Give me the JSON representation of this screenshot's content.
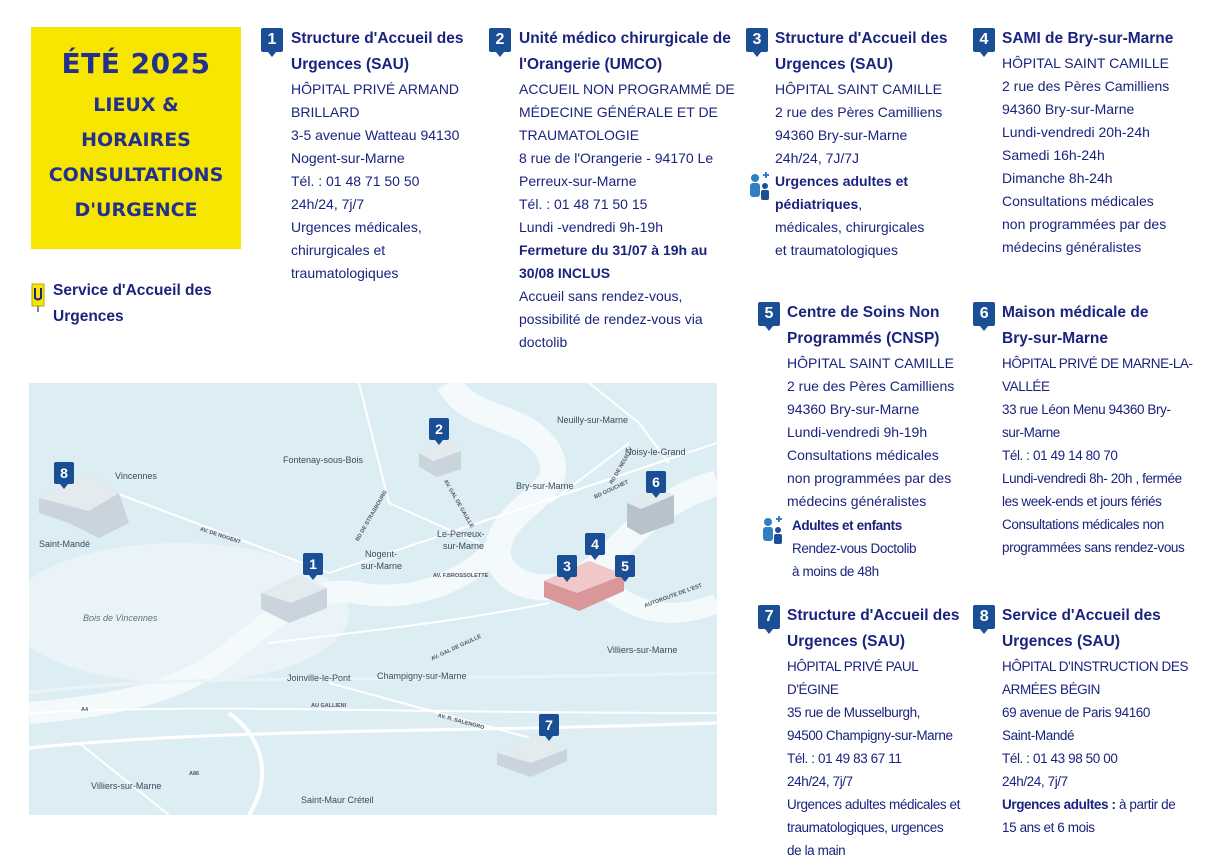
{
  "hero": {
    "year": "ÉTÉ 2025",
    "lines": [
      "LIEUX &",
      "HORAIRES",
      "CONSULTATIONS",
      "D'URGENCE"
    ]
  },
  "legend": {
    "icon": "emergency-sign-icon",
    "label_line1": "Service d'Accueil des",
    "label_line2": "Urgences"
  },
  "entries": [
    {
      "num": "1",
      "title": [
        "Structure d'Accueil des",
        "Urgences (SAU)"
      ],
      "body": [
        "HÔPITAL PRIVÉ ARMAND",
        "BRILLARD",
        "3-5 avenue Watteau 94130",
        "Nogent-sur-Marne",
        "Tél. : 01 48 71 50 50",
        "24h/24, 7j/7",
        "Urgences médicales,",
        "chirurgicales et",
        "traumatologiques"
      ]
    },
    {
      "num": "2",
      "title": [
        "Unité médico chirurgicale de",
        "l'Orangerie (UMCO)"
      ],
      "body": [
        "ACCUEIL NON PROGRAMMÉ DE",
        "MÉDECINE GÉNÉRALE ET DE",
        "TRAUMATOLOGIE",
        "8 rue de l'Orangerie - 94170 Le",
        "Perreux-sur-Marne",
        "Tél. : 01 48 71 50 15",
        "Lundi -vendredi 9h-19h"
      ],
      "bold": [
        "Fermeture du 31/07 à 19h au",
        "30/08 INCLUS"
      ],
      "after": [
        "Accueil sans rendez-vous,",
        "possibilité de rendez-vous via",
        "doctolib"
      ]
    },
    {
      "num": "3",
      "title": [
        "Structure d'Accueil des",
        "Urgences (SAU)"
      ],
      "body": [
        "HÔPITAL SAINT CAMILLE",
        "2 rue des Pères Camilliens",
        "94360 Bry-sur-Marne",
        "24h/24, 7J/7J"
      ],
      "pe_bold1": "Urgences adultes et",
      "pe_bold2": "pédiatriques",
      "pe_tail": ",",
      "after": [
        "médicales, chirurgicales",
        "et traumatologiques"
      ]
    },
    {
      "num": "4",
      "title": [
        "SAMI de Bry-sur-Marne"
      ],
      "body": [
        "HÔPITAL SAINT CAMILLE",
        "2 rue des Pères Camilliens",
        "94360 Bry-sur-Marne",
        "Lundi-vendredi 20h-24h",
        "Samedi 16h-24h",
        "Dimanche 8h-24h",
        "Consultations médicales",
        "non programmées par des",
        "médecins généralistes"
      ]
    },
    {
      "num": "5",
      "title": [
        "Centre de Soins Non",
        "Programmés (CNSP)"
      ],
      "body": [
        "HÔPITAL SAINT CAMILLE",
        "2 rue des Pères Camilliens",
        "94360 Bry-sur-Marne",
        "Lundi-vendredi 9h-19h",
        "Consultations médicales",
        "non programmées par des",
        "médecins généralistes"
      ],
      "pe_bold": "Adultes et enfants",
      "pe_lines": [
        "Rendez-vous Doctolib",
        "à moins de 48h"
      ]
    },
    {
      "num": "6",
      "title": [
        "Maison médicale de",
        "Bry-sur-Marne"
      ],
      "body": [
        "HÔPITAL PRIVÉ DE MARNE-LA-",
        "VALLÉE",
        "33 rue Léon Menu 94360 Bry-",
        "sur-Marne",
        "Tél. : 01 49 14 80 70",
        "Lundi-vendredi 8h- 20h , fermée",
        "les week-ends et jours fériés",
        "Consultations médicales non",
        "programmées sans rendez-vous"
      ]
    },
    {
      "num": "7",
      "title": [
        "Structure d'Accueil des",
        "Urgences (SAU)"
      ],
      "body": [
        "HÔPITAL PRIVÉ PAUL D'ÉGINE",
        "35 rue de Musselburgh,",
        "94500 Champigny-sur-Marne",
        "Tél. : 01 49 83 67 11",
        "24h/24, 7j/7",
        "Urgences adultes médicales et",
        "traumatologiques, urgences",
        "de la main"
      ]
    },
    {
      "num": "8",
      "title": [
        "Service d'Accueil des",
        "Urgences (SAU)"
      ],
      "body": [
        "HÔPITAL D'INSTRUCTION DES",
        "ARMÉES BÉGIN",
        "69 avenue de Paris 94160",
        "Saint-Mandé",
        "Tél. : 01 43 98 50 00",
        "24h/24, 7j/7"
      ],
      "bold_inline": "Urgences adultes :",
      "tail": " à partir de",
      "after": [
        "15 ans et 6 mois"
      ]
    }
  ],
  "map": {
    "places": [
      "Neuilly-sur-Marne",
      "Noisy-le-Grand",
      "Fontenay-sous-Bois",
      "Vincennes",
      "Bry-sur-Marne",
      "Le-Perreux-",
      "sur-Marne",
      "Nogent-",
      "sur-Marne",
      "Saint-Mandé",
      "Bois de Vincennes",
      "Villiers-sur-Marne",
      "Joinville-le-Pont",
      "Champigny-sur-Marne",
      "Villiers-sur-Marne",
      "Saint-Maur Créteil"
    ],
    "roads": [
      "AV. DE NOGENT",
      "BD DE STRASBOURG",
      "AV. GAL DE GAULLE",
      "AV. F.BROSSOLETTE",
      "AV. GAL DE GAULLE",
      "AU GALLIENI",
      "AV. R. SALENGRO",
      "A4",
      "A86",
      "AUTOROUTE DE L'EST",
      "RD DE NEUILLY",
      "BD GOUCHET"
    ],
    "pins": [
      "1",
      "2",
      "3",
      "4",
      "5",
      "6",
      "7",
      "8"
    ]
  },
  "colors": {
    "accent_yellow": "#f7e600",
    "navy": "#1a237e",
    "badge": "#1a4f96",
    "map_bg": "#dcedf4",
    "river": "#f2f8fb"
  }
}
